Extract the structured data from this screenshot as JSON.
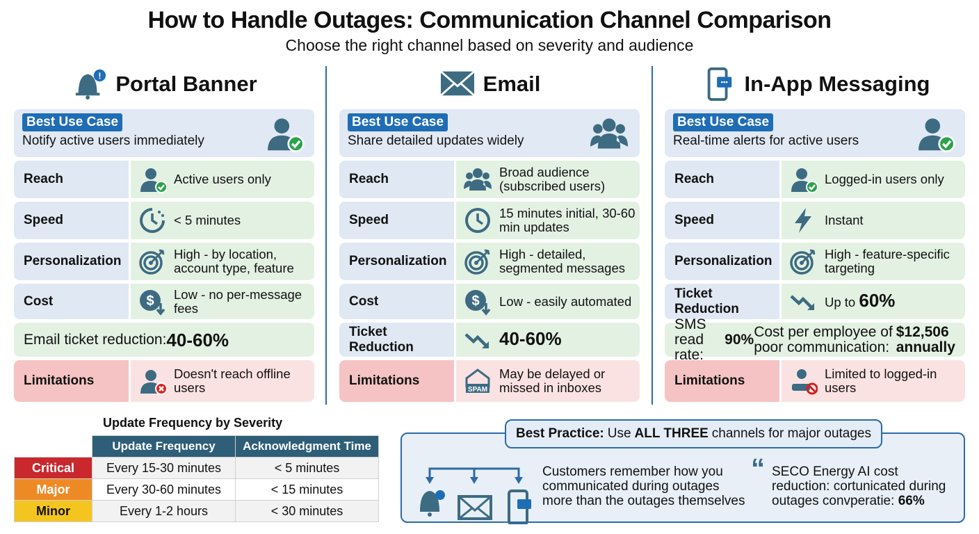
{
  "title": "How to Handle Outages: Communication Channel Comparison",
  "subtitle": "Choose the right channel based on severity and audience",
  "colors": {
    "accent": "#1f6db5",
    "icon": "#3d6b82",
    "label_bg": "#dfe8f3",
    "value_bg": "#e3f1e2",
    "limit_bg": "#f5c3c3",
    "critical": "#c9282d",
    "major": "#ee8a26",
    "minor": "#f4c51f"
  },
  "columns": [
    {
      "name": "Portal Banner",
      "icon": "bell-alert",
      "best_tag": "Best Use Case",
      "best_text": "Notify active users immediately",
      "best_icon": "user-check",
      "rows": [
        {
          "label": "Reach",
          "icon": "user-check",
          "value": [
            {
              "t": "Active users only"
            }
          ]
        },
        {
          "label": "Speed",
          "icon": "clock-fast",
          "value": [
            {
              "t": "< 5 minutes"
            }
          ]
        },
        {
          "label": "Personalization",
          "icon": "target",
          "value": [
            {
              "t": "High - by location, account type, feature"
            }
          ]
        },
        {
          "label": "Cost",
          "icon": "dollar-down",
          "value": [
            {
              "t": "Low - no per-message fees"
            }
          ]
        },
        {
          "full": [
            {
              "t": "Email ticket reduction: "
            },
            {
              "t": "40-60%",
              "b": true
            }
          ]
        },
        {
          "label": "Limitations",
          "icon": "user-x",
          "limit": true,
          "value": [
            {
              "t": "Doesn't reach offline users"
            }
          ]
        }
      ]
    },
    {
      "name": "Email",
      "icon": "envelope",
      "best_tag": "Best Use Case",
      "best_text": "Share detailed updates widely",
      "best_icon": "group",
      "rows": [
        {
          "label": "Reach",
          "icon": "group",
          "value": [
            {
              "t": "Broad audience (subscribed users)"
            }
          ]
        },
        {
          "label": "Speed",
          "icon": "clock",
          "value": [
            {
              "t": "15 minutes initial, 30-60 min updates"
            }
          ]
        },
        {
          "label": "Personalization",
          "icon": "target",
          "value": [
            {
              "t": "High - detailed, segmented messages"
            }
          ]
        },
        {
          "label": "Cost",
          "icon": "dollar-down",
          "value": [
            {
              "t": "Low - easily automated"
            }
          ]
        },
        {
          "label": "Ticket Reduction",
          "icon": "trend-down",
          "value": [
            {
              "t": "40-60%",
              "b": true
            }
          ]
        },
        {
          "label": "Limitations",
          "icon": "spam",
          "limit": true,
          "value": [
            {
              "t": "May be delayed or missed in inboxes"
            }
          ]
        }
      ]
    },
    {
      "name": "In-App Messaging",
      "icon": "phone-chat",
      "best_tag": "Best Use Case",
      "best_text": "Real-time alerts for active users",
      "best_icon": "user-check",
      "rows": [
        {
          "label": "Reach",
          "icon": "user-check",
          "value": [
            {
              "t": "Logged-in users only"
            }
          ]
        },
        {
          "label": "Speed",
          "icon": "bolt",
          "value": [
            {
              "t": "Instant"
            }
          ]
        },
        {
          "label": "Personalization",
          "icon": "target",
          "value": [
            {
              "t": "High - feature-specific targeting"
            }
          ]
        },
        {
          "label": "Ticket Reduction",
          "icon": "trend-down",
          "value": [
            {
              "t": "Up to "
            },
            {
              "t": "60%",
              "b": true
            }
          ]
        },
        {
          "full": [
            {
              "t": "SMS read rate: "
            },
            {
              "t": "90%",
              "b": true,
              "s": true
            },
            {
              "t": " Cost per employee of poor communication: "
            },
            {
              "t": "$12,506 annually",
              "b": true,
              "s": true
            }
          ]
        },
        {
          "label": "Limitations",
          "icon": "user-block",
          "limit": true,
          "value": [
            {
              "t": "Limited to logged-in users"
            }
          ]
        }
      ]
    }
  ],
  "severity_table": {
    "title": "Update Frequency by Severity",
    "headers": [
      "Update Frequency",
      "Acknowledgment Time"
    ],
    "rows": [
      {
        "severity": "Critical",
        "frequency": "Every 15-30 minutes",
        "ack": "< 5 minutes"
      },
      {
        "severity": "Major",
        "frequency": "Every 30-60 minutes",
        "ack": "< 15 minutes"
      },
      {
        "severity": "Minor",
        "frequency": "Every 1-2 hours",
        "ack": "< 30 minutes"
      }
    ]
  },
  "best_practice": {
    "label": "Best Practice:",
    "text_pre": "Use",
    "emphasis": "ALL THREE",
    "text_post": "channels for major outages",
    "note": "Customers remember how you communicated during outages more than the outages themselves",
    "quote_mark": "“",
    "quote_text": "SECO Energy AI cost reduction: cortunicated during outages convperatie:",
    "quote_value": "66%"
  }
}
